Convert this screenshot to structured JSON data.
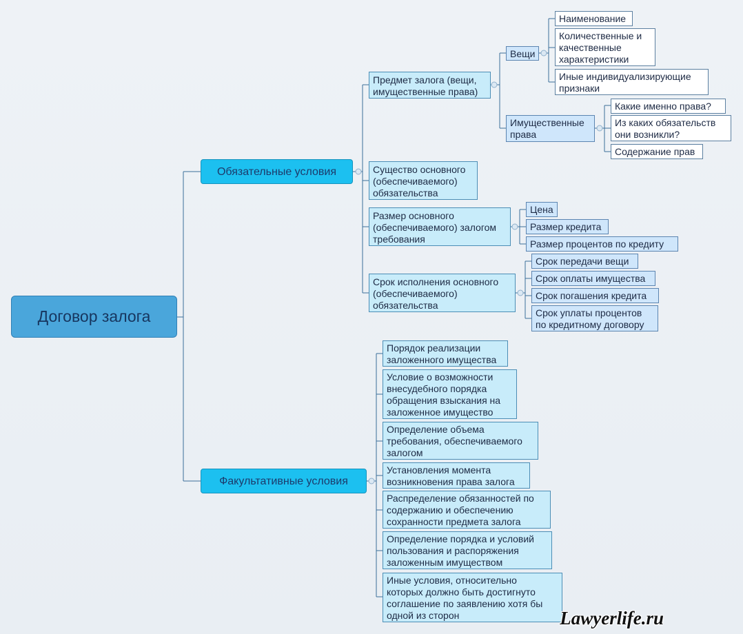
{
  "root": "Договор залога",
  "mandatory": {
    "title": "Обязательные условия",
    "subject": "Предмет залога (вещи,\nимущественные права)",
    "things": "Вещи",
    "things_items": [
      "Наименование",
      "Количественные и\nкачественные\nхарактеристики",
      "Иные индивидуализирующие\nпризнаки"
    ],
    "rights": "Имущественные\nправа",
    "rights_items": [
      "Какие именно права?",
      "Из каких обязательств\nони возникли?",
      "Содержание прав"
    ],
    "essence": "Существо основного\n(обеспечиваемого)\nобязательства",
    "amount": "Размер основного\n(обеспечиваемого) залогом\nтребования",
    "amount_items": [
      "Цена",
      "Размер кредита",
      "Размер процентов по кредиту"
    ],
    "term": "Срок исполнения основного\n(обеспечиваемого)\nобязательства",
    "term_items": [
      "Срок передачи вещи",
      "Срок оплаты имущества",
      "Срок погашения кредита",
      "Срок уплаты процентов\nпо кредитному договору"
    ]
  },
  "optional": {
    "title": "Факультативные условия",
    "items": [
      "Порядок реализации\nзаложенного имущества",
      "Условие о возможности\nвнесудебного порядка\nобращения взыскания на\nзаложенное имущество",
      "Определение объема\nтребования, обеспечиваемого\nзалогом",
      "Установления момента\nвозникновения права залога",
      "Распределение обязанностей по\nсодержанию и обеспечению\nсохранности предмета залога",
      "Определение порядка и условий\nпользования и распоряжения\nзаложенным имуществом",
      "Иные условия, относительно\nкоторых должно быть достигнуто\nсоглашение по заявлению хотя бы\nодной из сторон"
    ]
  },
  "watermark": "Lawyerlife.ru",
  "colors": {
    "root": "#4aa6db",
    "main": "#1cc0f0",
    "sub": "#c8ecfa",
    "leaf_white": "#ffffff",
    "leaf_blue": "#cfe6fb",
    "line": "#3a6e99"
  }
}
